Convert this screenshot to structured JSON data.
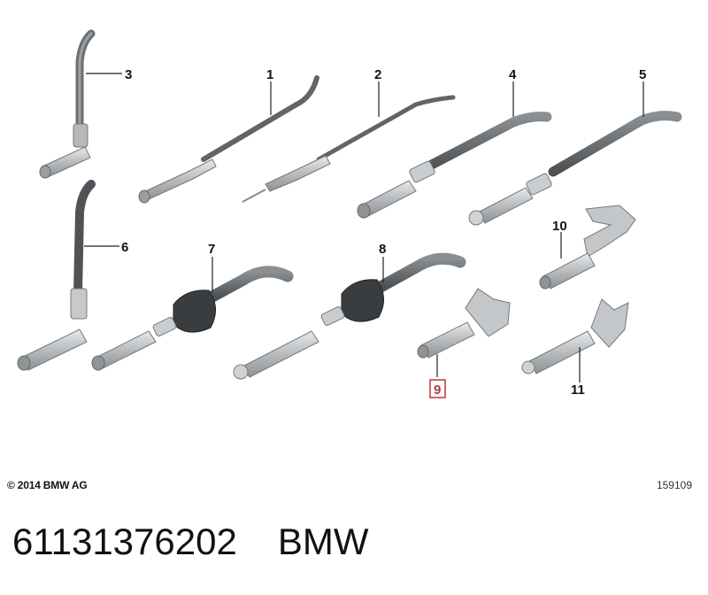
{
  "callouts": {
    "c1": "1",
    "c2": "2",
    "c3": "3",
    "c4": "4",
    "c5": "5",
    "c6": "6",
    "c7": "7",
    "c8": "8",
    "c9": "9",
    "c10": "10",
    "c11": "11"
  },
  "highlighted_callout": "9",
  "colors": {
    "cable": "#5f6468",
    "cable_light": "#8a8f93",
    "pin": "#c9cdd0",
    "boot": "#3a3d40",
    "clip": "#b9bdc0",
    "highlight_box": "#c0323f"
  },
  "copyright": "© 2014 BMW AG",
  "image_id": "159109",
  "part_number": "61131376202",
  "brand": "BMW"
}
